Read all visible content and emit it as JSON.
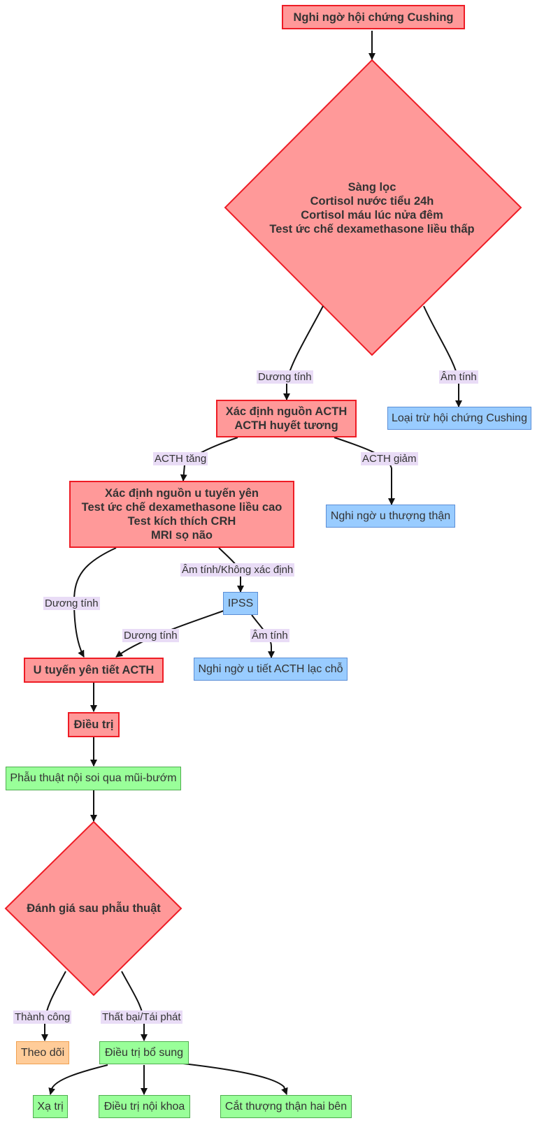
{
  "nodes": {
    "suspect": "Nghi ngờ hội chứng Cushing",
    "screening": [
      "Sàng lọc",
      "Cortisol nước tiểu 24h",
      "Cortisol máu lúc nửa đêm",
      "Test ức chế dexamethasone liều thấp"
    ],
    "exclude": "Loại trừ hội chứng Cushing",
    "acth_source": [
      "Xác định nguồn ACTH",
      "ACTH huyết tương"
    ],
    "adrenal_suspect": "Nghi ngờ u thượng thận",
    "pituitary_source": [
      "Xác định nguồn u tuyến yên",
      "Test ức chế dexamethasone liều cao",
      "Test kích thích CRH",
      "MRI sọ não"
    ],
    "ipss": "IPSS",
    "ectopic": "Nghi ngờ u tiết ACTH lạc chỗ",
    "pituitary_tumor": "U tuyến yên tiết ACTH",
    "treatment": "Điều trị",
    "surgery": "Phẫu thuật nội soi qua mũi-bướm",
    "post_eval": "Đánh giá sau phẫu thuật",
    "follow_up": "Theo dõi",
    "additional": "Điều trị bổ sung",
    "radiation": "Xạ trị",
    "medical": "Điều trị nội khoa",
    "adrenalectomy": "Cắt thượng thận hai bên"
  },
  "edges": {
    "positive_1": "Dương tính",
    "negative_1": "Âm tính",
    "acth_high": "ACTH tăng",
    "acth_low": "ACTH giảm",
    "negative_undetermined": "Âm tính/Không xác định",
    "positive_2": "Dương tính",
    "positive_3": "Dương tính",
    "negative_2": "Âm tính",
    "success": "Thành công",
    "failure": "Thất bại/Tái phát"
  },
  "colors": {
    "critical_fill": "#ff9999",
    "critical_stroke": "#ee1c25",
    "info_fill": "#99ccff",
    "action_fill": "#99ff99",
    "monitor_fill": "#ffcc99",
    "edge_label_bg": "#e9dcf6",
    "edge": "#111111"
  }
}
